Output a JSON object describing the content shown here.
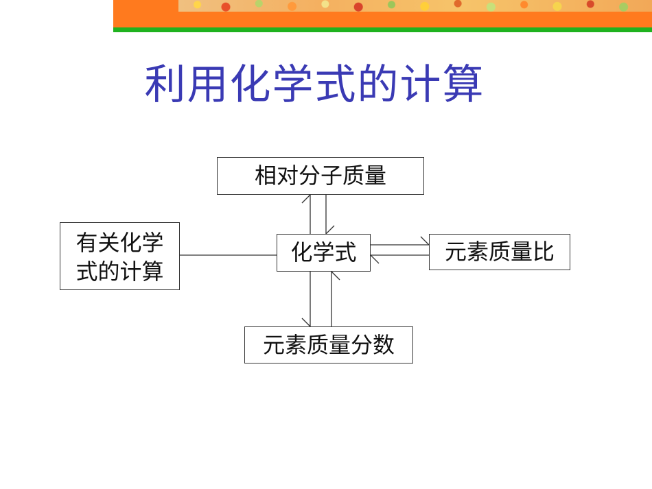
{
  "title": "利用化学式的计算",
  "nodes": {
    "top": "相对分子质量",
    "left_line1": "有关化学",
    "left_line2": "式的计算",
    "center": "化学式",
    "right": "元素质量比",
    "bottom": "元素质量分数"
  },
  "colors": {
    "title": "#3a3ab4",
    "banner_orange": "#ff7a1e",
    "banner_green": "#1fb21f"
  }
}
